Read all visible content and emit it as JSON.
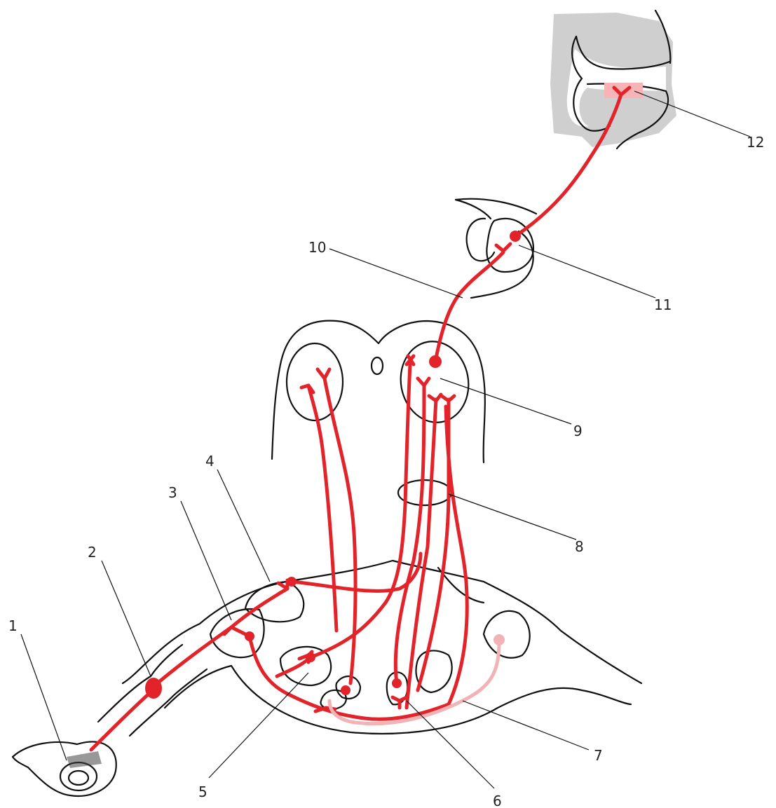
{
  "labels": [
    "1",
    "2",
    "3",
    "4",
    "5",
    "6",
    "7",
    "8",
    "9",
    "10",
    "11",
    "12"
  ],
  "colors": {
    "pathway": "#e3232a",
    "contralateral_pathway": "#f1b3b5",
    "cortex_gray": "#cfcfcf",
    "cortex_highlight": "#f6b4b6",
    "outline": "#111111"
  }
}
